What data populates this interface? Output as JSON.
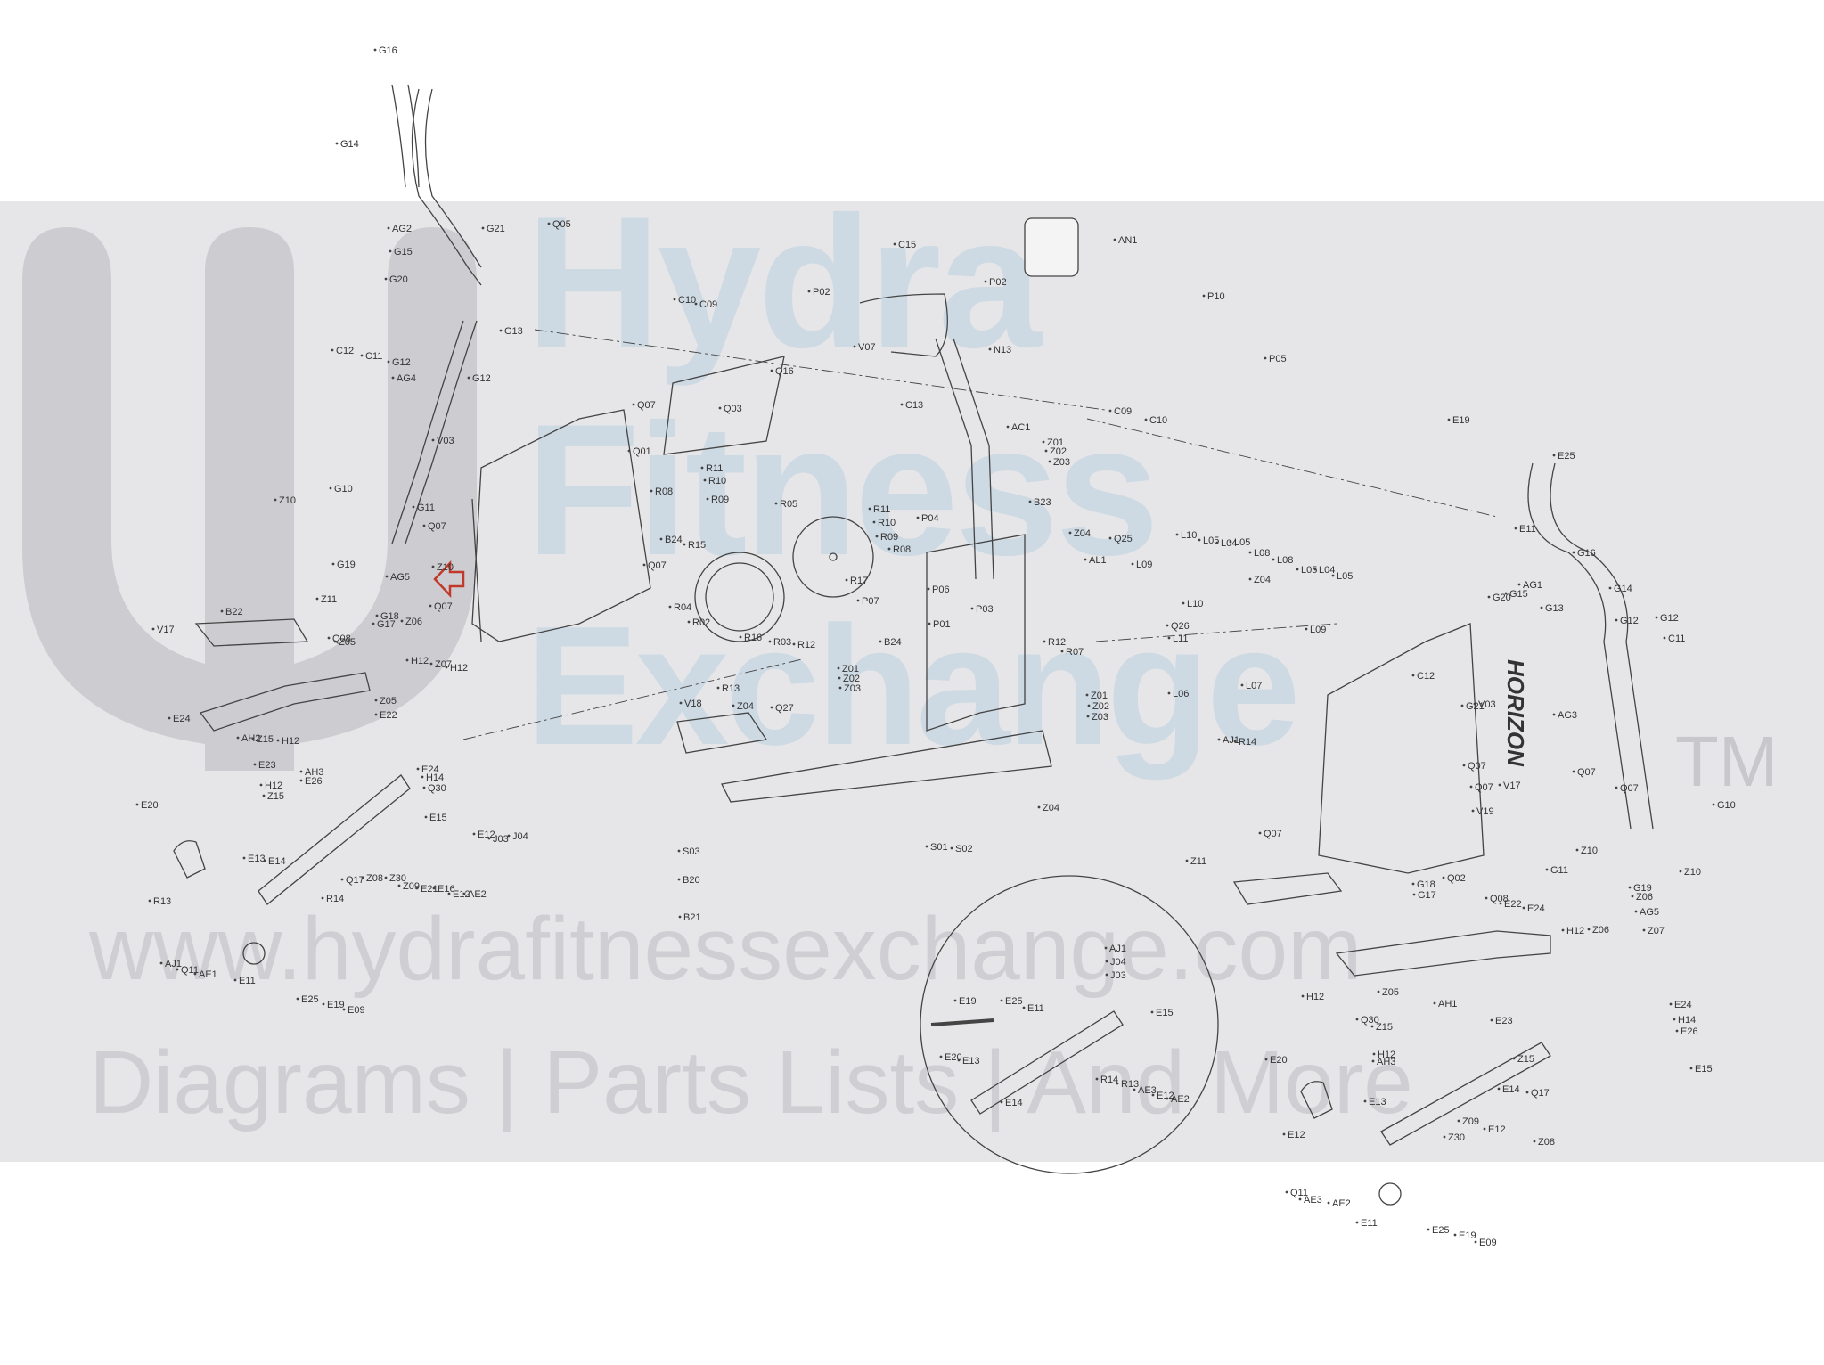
{
  "watermark": {
    "line1": "Hydra",
    "line2": "Fitness",
    "line3": "Exchange",
    "tm": "TM",
    "url": "www.hydrafitnessexchange.com",
    "subtitle": "Diagrams | Parts Lists | And More"
  },
  "brand_on_shroud": "HORIZON",
  "colors": {
    "watermark_band": "#e6e6e8",
    "logo": "#b8b8bd",
    "wordmark": "#b9cfe0",
    "pointer_arrow": "#c0392b",
    "lines": "#444444"
  },
  "part_labels": [
    "G16",
    "G14",
    "AG2",
    "G15",
    "G20",
    "G21",
    "Q05",
    "C12",
    "C11",
    "G12",
    "AG4",
    "G13",
    "G12",
    "C10",
    "C09",
    "Q16",
    "Q03",
    "Q07",
    "Q01",
    "V03",
    "G10",
    "Z10",
    "G11",
    "Q07",
    "G19",
    "AG5",
    "Z10",
    "Z11",
    "G18",
    "G17",
    "Z06",
    "Q07",
    "R08",
    "R11",
    "R10",
    "R09",
    "R05",
    "B24",
    "R15",
    "R04",
    "R02",
    "R16",
    "R03",
    "R12",
    "Q07",
    "C15",
    "P02",
    "P02",
    "V07",
    "N13",
    "AN1",
    "P10",
    "P05",
    "C13",
    "AC1",
    "Z01",
    "Z02",
    "Z03",
    "C09",
    "C10",
    "R11",
    "R10",
    "R09",
    "R08",
    "R17",
    "P04",
    "B23",
    "P07",
    "P06",
    "P03",
    "P01",
    "B24",
    "Z01",
    "Z02",
    "Z03",
    "R12",
    "R07",
    "Z01",
    "Z02",
    "Z03",
    "Z04",
    "Q25",
    "AL1",
    "L10",
    "L05",
    "L09",
    "L04",
    "L05",
    "L08",
    "Z04",
    "L08",
    "L05",
    "L04",
    "L05",
    "L10",
    "L09",
    "Q26",
    "L11",
    "L06",
    "L07",
    "AJ1",
    "R14",
    "R13",
    "V18",
    "Z04",
    "Q27",
    "Z04",
    "S02",
    "S01",
    "S03",
    "B20",
    "B21",
    "B22",
    "V17",
    "Q08",
    "Z05",
    "H12",
    "Z07",
    "H12",
    "Z05",
    "E22",
    "E24",
    "AH2",
    "Z15",
    "H12",
    "E23",
    "AH3",
    "E26",
    "H12",
    "Z15",
    "E24",
    "H14",
    "Q30",
    "E15",
    "E20",
    "E13",
    "E14",
    "Q17",
    "Z08",
    "Z30",
    "Z09",
    "E21",
    "E16",
    "E12",
    "AE2",
    "E12",
    "J03",
    "J04",
    "R13",
    "R14",
    "AJ1",
    "Q11",
    "AE1",
    "E11",
    "E25",
    "E19",
    "E09",
    "E19",
    "E25",
    "E11",
    "G16",
    "G14",
    "AG1",
    "G15",
    "G20",
    "G13",
    "G12",
    "G12",
    "C11",
    "C12",
    "V03",
    "G21",
    "AG3",
    "Q07",
    "Q07",
    "V19",
    "Q07",
    "Q02",
    "Q07",
    "V17",
    "Q07",
    "G10",
    "Z10",
    "G11",
    "Z10",
    "G19",
    "Z06",
    "AG5",
    "Z11",
    "G18",
    "G17",
    "Q08",
    "E22",
    "E24",
    "Z06",
    "H12",
    "Z07",
    "H12",
    "Z05",
    "AH1",
    "Q30",
    "Z15",
    "E23",
    "H12",
    "AH3",
    "Z15",
    "E24",
    "H14",
    "E26",
    "E15",
    "E20",
    "E13",
    "E14",
    "Q17",
    "Z09",
    "E12",
    "E12",
    "Z30",
    "Z08",
    "Q11",
    "AE3",
    "AE2",
    "E11",
    "E25",
    "E19",
    "E09",
    "E19",
    "E25",
    "E11",
    "AJ1",
    "J04",
    "J03",
    "E15",
    "E20",
    "E13",
    "E14",
    "R14",
    "R13",
    "AE3",
    "E12",
    "AE2",
    "E12",
    "E16",
    "E21"
  ]
}
